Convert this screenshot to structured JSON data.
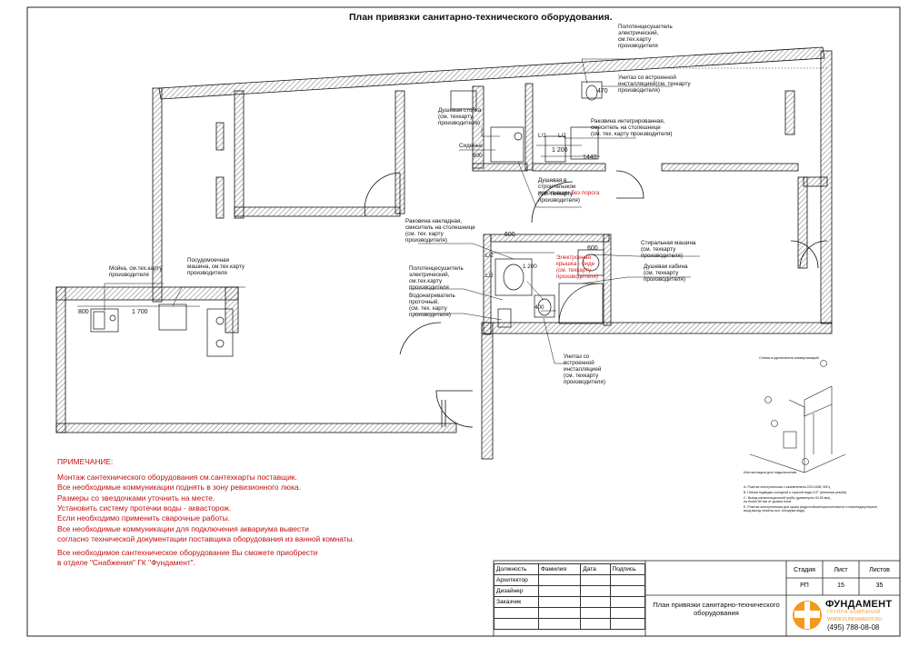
{
  "title": "План привязки санитарно-технического оборудования.",
  "labels": {
    "towel_dryer_1": "Полотенцесушитель\nэлектрический,\nсм.тех.карту\nпроизводителя",
    "toilet_1": "Унитаз со встроенной\nинсталляцией(см. техкарту\nпроизводителя)",
    "shower_rack": "Душевая стойка\n(см. техкарту\nпроизводителя)",
    "basin_integrated": "Раковина интегрированная,\nсмеситель на столешнице\n(см. тех. карту производителя)",
    "seat": "Сиденье",
    "shower_built": "Душевая в\nстроительном\nисполнении,",
    "no_threshold": "без порога",
    "see_maker": "(см. техкарту\nпроизводителя)",
    "basin_overlay": "Раковина накладная,\nсмеситель на столешнице\n(см. тех. карту\nпроизводителя)",
    "washing_machine": "Стиральная машина\n(см. техкарту\nпроизводителя)",
    "electronic_lid": "Электронная\nкрышка - биде\n(см. техкарту\nпроизводителя)",
    "shower_cabin": "Душевая кабина\n(см. техкарту\nпроизводителя)",
    "towel_dryer_2": "Полотенцесушитель\nэлектрический,\nсм.тех.карту\nпроизводителя",
    "water_heater": "Водонагреватель\nпроточный,\n(см. тех. карту\nпроизводителя)",
    "toilet_2": "Унитаз со\nвстроенной\nинсталляцией\n(см. техкарту\nпроизводителя)",
    "sink": "Мойка, см.тех.карту\nпроизводителя",
    "dishwasher": "Посудомоечная\nмашина, см.тех.карту\nпроизводителя"
  },
  "dims": {
    "d470": "470",
    "l2a": "L/2",
    "l2b": "L/2",
    "d1200a": "1 200",
    "d1440": "1440",
    "d900": "900",
    "d600a": "600",
    "d1200b": "1 200",
    "l2c": "L/2",
    "l2d": "L/2",
    "d600b": "600",
    "d400": "400",
    "d800": "800",
    "d1700": "1 700"
  },
  "notes": {
    "heading": "ПРИМЕЧАНИЕ:",
    "lines": [
      "Монтаж сантехнического оборудования см.сантехкарты поставщик.",
      "Все необходимые коммуникации поднять в зону ревизионного люка.",
      "Размеры со звездочками уточнить на месте.",
      "Установить систему протечки воды - аквасторож.",
      "Если необходимо применить сварочные работы.",
      "Все необходимые коммуникации для подключения аквариума вывести",
      "согласно технической документации поставщика оборудования из ванной комнаты."
    ],
    "shop_1": "Все необходимое сантехническое оборудование Вы сможете приобрести",
    "shop_2": "в отделе \"Снабжения\"  ГК \"Фундамент\"."
  },
  "scheme": {
    "title": "Схема подключения коммуникаций",
    "caption": "Инсталляция для подключения",
    "legend": [
      "А. Розетка электрическая с заземлением 220-240В, 50Гц",
      "В. Гибкая подводка холодной и горячей воды 1/2\" (внешняя резьба)",
      "С. Выход канализационной трубы (диаметром 40-50 мм),\n   на более 80 мм от уровня пола",
      "Е. Розетка электрическая для сушки (водостойкая/горизонтальное и перпендикулярное,\n   вход-выход лежень-пол, холодная вода)"
    ]
  },
  "stamp": {
    "headers": [
      "Должность",
      "Фамилия",
      "Дата",
      "Подпись"
    ],
    "roles": [
      "Архитектор",
      "Дизайнер",
      "Заказчик"
    ],
    "stage_h": "Стадия",
    "sheet_h": "Лист",
    "sheets_h": "Листов",
    "stage": "РП",
    "sheet": "15",
    "sheets": "35",
    "doc_title": "План привязки санитарно-технического\nоборудования",
    "company": "ФУНДАМЕНТ",
    "company_sub": "ГРУППА КОМПАНИЙ",
    "site": "WWW.FUNDAMENT.RU",
    "phone": "(495) 788-08-08"
  },
  "colors": {
    "line": "#111111",
    "red": "#d61a1a",
    "note": "#c01010",
    "logo_orange": "#f29a1f"
  }
}
